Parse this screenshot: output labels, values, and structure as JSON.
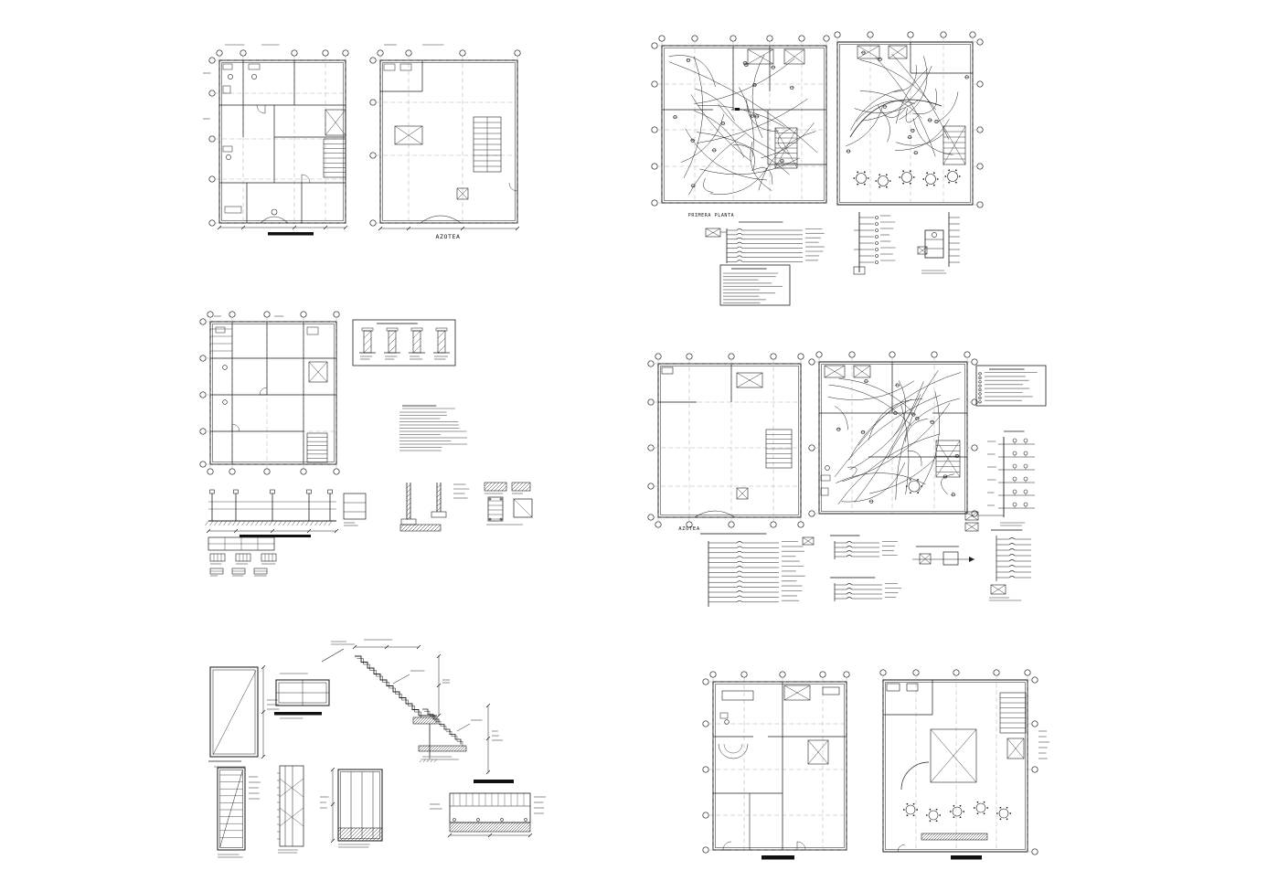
{
  "colors": {
    "ink": "#1f1f1f",
    "bar": "#101010",
    "micro": "#9a9a9a"
  },
  "labels": {
    "azotea_top": "AZOTEA",
    "primera_planta": "PRIMERA PLANTA",
    "azotea_mid": "AZOTEA"
  }
}
